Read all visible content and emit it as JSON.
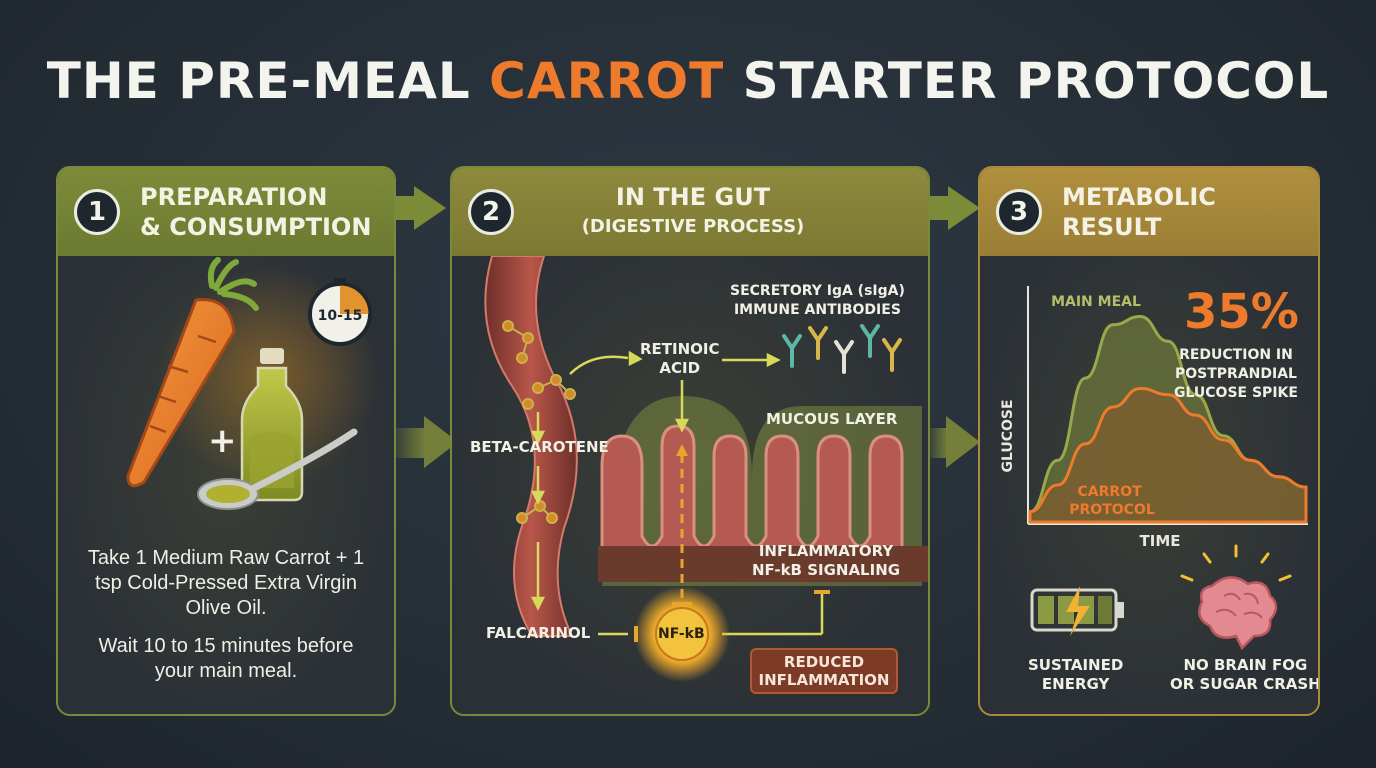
{
  "title": {
    "part1": "THE PRE-MEAL ",
    "accent": "CARROT",
    "part2": " STARTER PROTOCOL"
  },
  "colors": {
    "accent_orange": "#ee7a2b",
    "panel1": "#7d8b39",
    "panel2": "#8e8a3d",
    "panel3": "#b0903e",
    "background": "#232b33"
  },
  "step1": {
    "number": "1",
    "heading_line1": "PREPARATION",
    "heading_line2": "& CONSUMPTION",
    "timer_label": "10-15",
    "plus": "+",
    "instruction": "Take 1 Medium Raw Carrot + 1 tsp Cold-Pressed Extra Virgin Olive Oil.",
    "wait": "Wait 10 to 15 minutes before your main meal.",
    "icons": [
      "carrot-icon",
      "olive-oil-bottle-icon",
      "spoon-icon",
      "timer-icon"
    ]
  },
  "step2": {
    "number": "2",
    "heading": "IN THE GUT",
    "subheading": "(DIGESTIVE PROCESS)",
    "labels": {
      "secretory": "SECRETORY IgA (sIgA)",
      "immune": "IMMUNE ANTIBODIES",
      "retinoic_1": "RETINOIC",
      "retinoic_2": "ACID",
      "beta_carotene": "BETA-CAROTENE",
      "mucous": "MUCOUS LAYER",
      "inflammatory_1": "INFLAMMATORY",
      "inflammatory_2": "NF-kB SIGNALING",
      "falcarinol": "FALCARINOL",
      "nfkb": "NF-kB",
      "reduced_1": "REDUCED",
      "reduced_2": "INFLAMMATION"
    },
    "icons": [
      "intestine-icon",
      "molecule-icon",
      "antibody-icon",
      "villi-icon",
      "nfkb-burst-icon"
    ]
  },
  "step3": {
    "number": "3",
    "heading_line1": "METABOLIC",
    "heading_line2": "RESULT",
    "percent": "35%",
    "result_1": "REDUCTION IN",
    "result_2": "POSTPRANDIAL",
    "result_3": "GLUCOSE SPIKE",
    "benefit1_1": "SUSTAINED",
    "benefit1_2": "ENERGY",
    "benefit2_1": "NO BRAIN FOG",
    "benefit2_2": "OR SUGAR CRASH",
    "icons": [
      "battery-icon",
      "brain-icon"
    ]
  },
  "chart_data": {
    "type": "area",
    "xlabel": "TIME",
    "ylabel": "GLUCOSE",
    "series": [
      {
        "name": "MAIN MEAL",
        "color": "#8c9a46",
        "values": [
          5,
          30,
          70,
          96,
          100,
          88,
          62,
          42,
          30,
          22,
          17
        ]
      },
      {
        "name": "CARROT PROTOCOL",
        "color": "#e9762a",
        "values": [
          5,
          18,
          38,
          56,
          65,
          62,
          52,
          40,
          30,
          22,
          17
        ]
      }
    ],
    "ylim": [
      0,
      110
    ],
    "grid": false
  }
}
